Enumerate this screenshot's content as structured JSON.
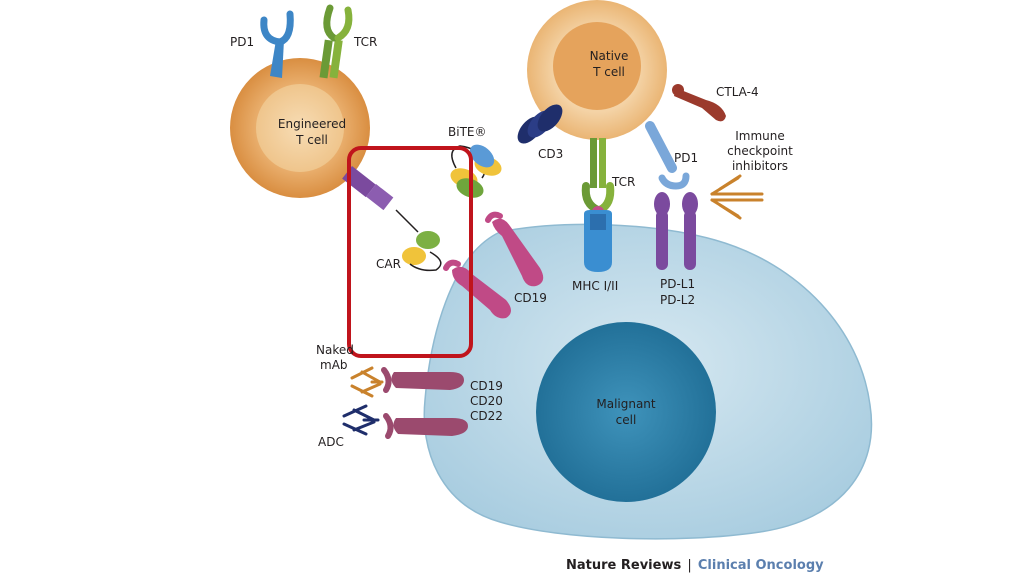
{
  "labels": {
    "pd1_top": "PD1",
    "tcr_top": "TCR",
    "engineered_1": "Engineered",
    "engineered_2": "T cell",
    "native_1": "Native",
    "native_2": "T cell",
    "ctla4": "CTLA-4",
    "immune_1": "Immune",
    "immune_2": "checkpoint",
    "immune_3": "inhibitors",
    "bite": "BiTE®",
    "cd3": "CD3",
    "pd1_native": "PD1",
    "tcr_native": "TCR",
    "car": "CAR",
    "mhc": "MHC I/II",
    "pdl1": "PD-L1",
    "pdl2": "PD-L2",
    "cd19_right": "CD19",
    "naked_1": "Naked",
    "naked_2": "mAb",
    "cd19": "CD19",
    "cd20": "CD20",
    "cd22": "CD22",
    "adc": "ADC",
    "malignant_1": "Malignant",
    "malignant_2": "cell"
  },
  "credit": {
    "journal": "Nature Reviews",
    "separator": "|",
    "section": "Clinical Oncology"
  },
  "colors": {
    "highlight_box": "#c0141c",
    "malignant_cell": "#b9d7e6",
    "malignant_nucleus": "#2e7ea4",
    "t_cell": "#e6a968",
    "t_cell_inner": "#f2cb97"
  }
}
